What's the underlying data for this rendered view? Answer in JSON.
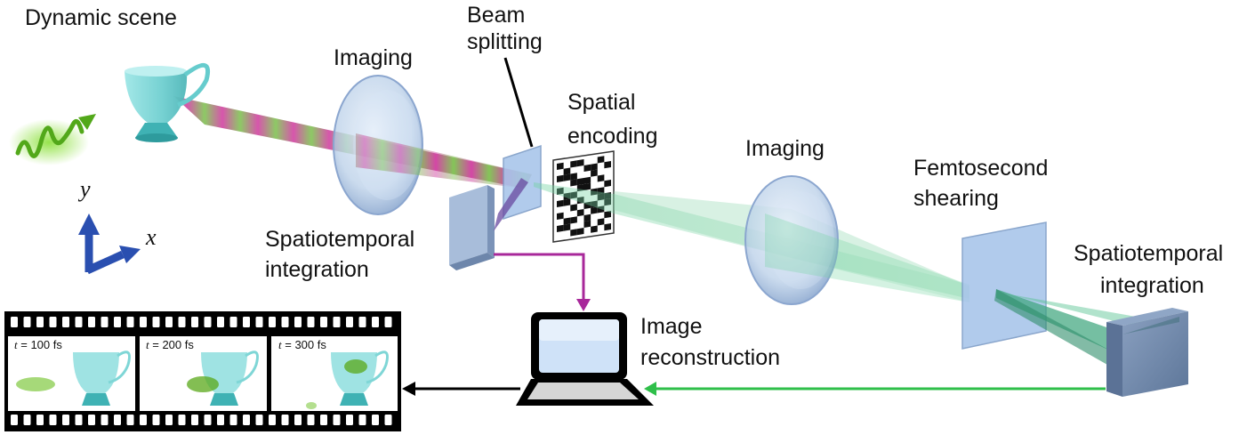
{
  "labels": {
    "dynamic_scene": "Dynamic scene",
    "imaging_1": "Imaging",
    "beam_splitting_1": "Beam",
    "beam_splitting_2": "splitting",
    "spatial_encoding_1": "Spatial",
    "spatial_encoding_2": "encoding",
    "imaging_2": "Imaging",
    "femtosecond_shearing_1": "Femtosecond",
    "femtosecond_shearing_2": "shearing",
    "spatiotemporal_integration_left_1": "Spatiotemporal",
    "spatiotemporal_integration_left_2": "integration",
    "spatiotemporal_integration_right_1": "Spatiotemporal",
    "spatiotemporal_integration_right_2": "integration",
    "image_reconstruction_1": "Image",
    "image_reconstruction_2": "reconstruction"
  },
  "axes": {
    "y": "y",
    "x": "x"
  },
  "frames": [
    {
      "t_symbol": "t",
      "time": " = 100 fs"
    },
    {
      "t_symbol": "t",
      "time": " = 200 fs"
    },
    {
      "t_symbol": "t",
      "time": " = 300 fs"
    }
  ],
  "colors": {
    "teacup": "#7fd6d6",
    "pulse": "#6ac01f",
    "stripe_magenta": "#d0379e",
    "stripe_green": "#79b94a",
    "green_beam": "#8fd6ae",
    "lens": "#b9cfe8",
    "plate": "#a9c6ea",
    "camera": "#6f86a8",
    "axis_blue": "#2a4fb0",
    "arrow_magenta": "#a8289a",
    "arrow_green": "#2fbf4a",
    "arrow_black": "#000000"
  }
}
